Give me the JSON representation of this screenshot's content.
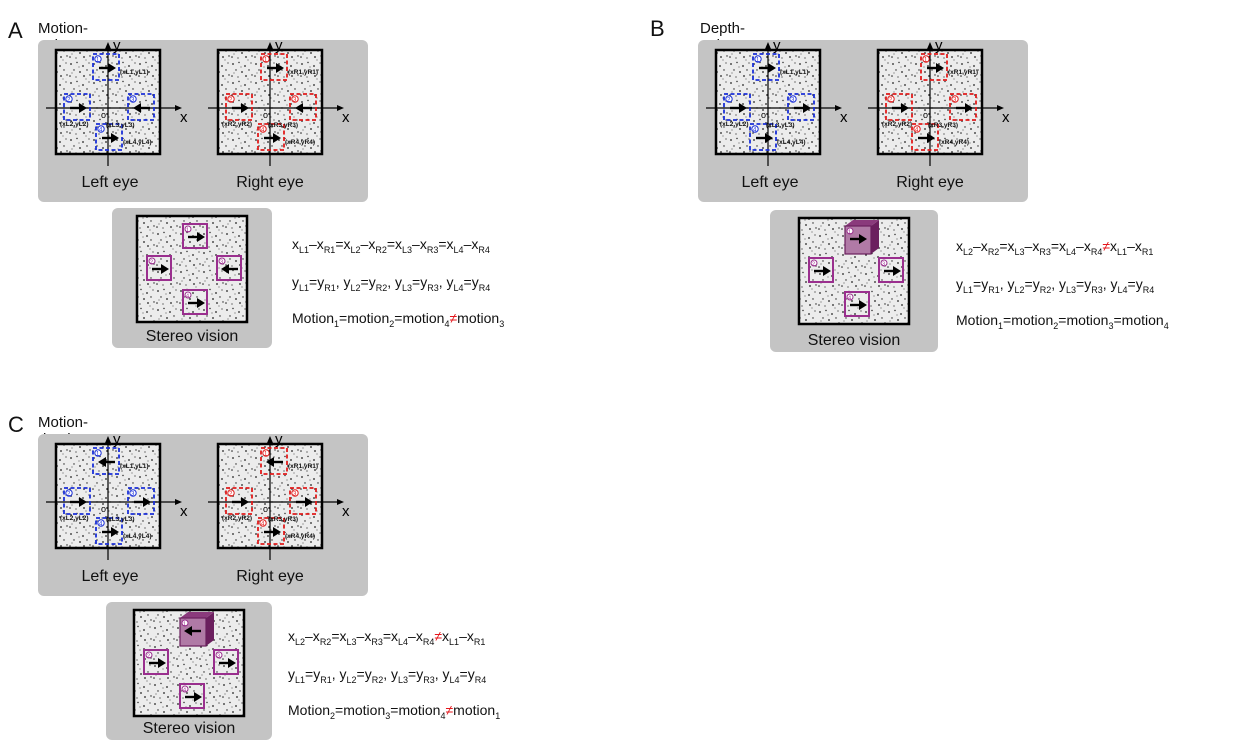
{
  "colors": {
    "left_box": "#1a2fd8",
    "right_box": "#e11b1b",
    "stereo_box": "#9a2f8e",
    "cube": "#6b1f5e",
    "group_bg": "#c4c4c4",
    "neq": "#e4161b"
  },
  "labels": {
    "left_eye": "Left eye",
    "right_eye": "Right eye",
    "stereo": "Stereo vision",
    "axis_x": "x",
    "axis_y": "y",
    "origin": "o"
  },
  "coords": {
    "left": [
      "(xL1,yL1)",
      "(xL2,yL2)",
      "(xL3,yL3)",
      "(xL4,yL4)"
    ],
    "right": [
      "(xR1,yR1)",
      "(xR2,yR2)",
      "(xR3,yR3)",
      "(xR4,yR4)"
    ]
  },
  "panels": [
    {
      "letter": "A",
      "title": "Motion-only pattern",
      "left_arrows": [
        "right",
        "right",
        "left",
        "right"
      ],
      "right_arrows": [
        "right",
        "right",
        "left",
        "right"
      ],
      "stereo_arrows": [
        "right",
        "right",
        "left",
        "right"
      ],
      "cube_box": 0,
      "eq1": {
        "a": "L1",
        "b": "R1",
        "c": "L2",
        "d": "R2",
        "e": "L3",
        "f": "R3",
        "g": "L4",
        "h": "R4"
      },
      "eq1_text": [
        "x",
        "–x",
        "=x",
        "–x",
        "=x",
        "–x",
        "=x",
        "–x"
      ],
      "eq1_subs": [
        "L1",
        "R1",
        "L2",
        "R2",
        "L3",
        "R3",
        "L4",
        "R4"
      ],
      "eq1_neq_at": -1,
      "eq2_text": [
        "y",
        "=y",
        ", y",
        "=y",
        ", y",
        "=y",
        ", y",
        "=y"
      ],
      "eq2_subs": [
        "L1",
        "R1",
        "L2",
        "R2",
        "L3",
        "R3",
        "L4",
        "R4"
      ],
      "eq3_parts": [
        "Motion",
        "=motion",
        "=motion",
        "motion"
      ],
      "eq3_subs": [
        "1",
        "2",
        "4",
        "3"
      ],
      "eq3_neq_at": 2
    },
    {
      "letter": "B",
      "title": "Depth-only pattern",
      "left_arrows": [
        "right",
        "right",
        "right",
        "right"
      ],
      "right_arrows": [
        "right",
        "right",
        "right",
        "right"
      ],
      "stereo_arrows": [
        "right",
        "right",
        "right",
        "right"
      ],
      "cube_box": 1,
      "eq1_text": [
        "x",
        "–x",
        "=x",
        "–x",
        "=x",
        "–x",
        "x",
        "–x"
      ],
      "eq1_subs": [
        "L2",
        "R2",
        "L3",
        "R3",
        "L4",
        "R4",
        "L1",
        "R1"
      ],
      "eq1_neq_at": 5,
      "eq2_text": [
        "y",
        "=y",
        ", y",
        "=y",
        ", y",
        "=y",
        ", y",
        "=y"
      ],
      "eq2_subs": [
        "L1",
        "R1",
        "L2",
        "R2",
        "L3",
        "R3",
        "L4",
        "R4"
      ],
      "eq3_parts": [
        "Motion",
        "=motion",
        "=motion",
        "=motion"
      ],
      "eq3_subs": [
        "1",
        "2",
        "3",
        "4"
      ],
      "eq3_neq_at": -1
    },
    {
      "letter": "C",
      "title": "Motion-depth pattern",
      "left_arrows": [
        "left",
        "right",
        "right",
        "right"
      ],
      "right_arrows": [
        "left",
        "right",
        "right",
        "right"
      ],
      "stereo_arrows": [
        "left",
        "right",
        "right",
        "right"
      ],
      "cube_box": 1,
      "eq1_text": [
        "x",
        "–x",
        "=x",
        "–x",
        "=x",
        "–x",
        "x",
        "–x"
      ],
      "eq1_subs": [
        "L2",
        "R2",
        "L3",
        "R3",
        "L4",
        "R4",
        "L1",
        "R1"
      ],
      "eq1_neq_at": 5,
      "eq2_text": [
        "y",
        "=y",
        ", y",
        "=y",
        ", y",
        "=y",
        ", y",
        "=y"
      ],
      "eq2_subs": [
        "L1",
        "R1",
        "L2",
        "R2",
        "L3",
        "R3",
        "L4",
        "R4"
      ],
      "eq3_parts": [
        "Motion",
        "=motion",
        "=motion",
        "motion"
      ],
      "eq3_subs": [
        "2",
        "3",
        "4",
        "1"
      ],
      "eq3_neq_at": 2
    }
  ]
}
